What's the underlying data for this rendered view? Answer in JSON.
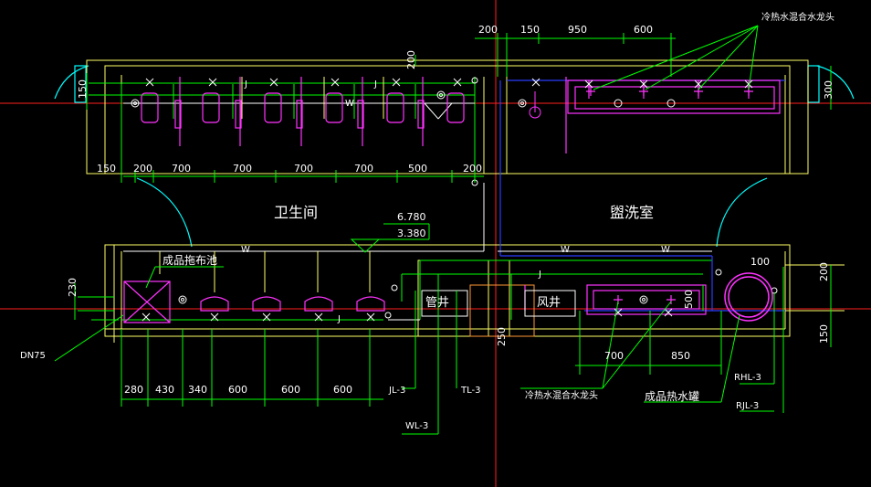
{
  "colors": {
    "background": "#000000",
    "wall": "#ffff66",
    "dimension": "#00ff00",
    "fixture": "#ff33ff",
    "water_blue": "#2a3cff",
    "waste_white": "#ffffff",
    "leader": "#00ff00",
    "axis_red": "#ff2020",
    "cyan": "#00ffff",
    "vent_orange": "#ff9933"
  },
  "rooms": {
    "toilet": "卫生间",
    "washroom": "盥洗室",
    "pipe_shaft": "管井",
    "air_shaft": "风井"
  },
  "labels": {
    "mop_pool": "成品拖布池",
    "mixer_top": "冷热水混合水龙头",
    "mixer_bottom": "冷热水混合水龙头",
    "heater": "成品热水罐",
    "dn": "DN75"
  },
  "elevations": {
    "upper": "6.780",
    "lower": "3.380"
  },
  "pipes": {
    "jl": "JL-3",
    "tl": "TL-3",
    "wl": "WL-3",
    "rhl": "RHL-3",
    "rjl": "RJL-3"
  },
  "dims_top": [
    "200",
    "150",
    "950",
    "600"
  ],
  "dim_top_200b": "200",
  "dims_upper": [
    "150",
    "200",
    "700",
    "700",
    "700",
    "700",
    "500",
    "200"
  ],
  "dims_bottom": [
    "280",
    "430",
    "340",
    "600",
    "600",
    "600"
  ],
  "dims_misc": {
    "left_150": "150",
    "right_300": "300",
    "left_230": "230",
    "mid_250": "250",
    "right_500": "500",
    "right_100": "100",
    "right_200": "200",
    "right_150": "150",
    "bot_700": "700",
    "bot_850": "850"
  },
  "pipe_marks": {
    "w": "W",
    "j": "J"
  }
}
